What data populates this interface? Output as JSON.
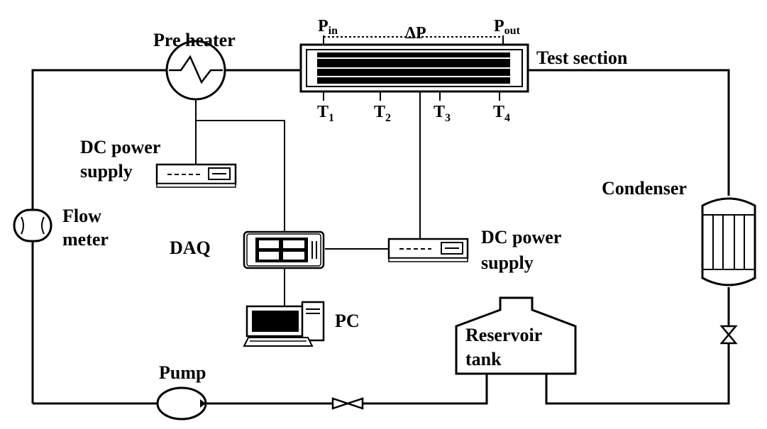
{
  "labels": {
    "pre_heater": "Pre heater",
    "test_section": "Test section",
    "dc_power_supply_left_line1": "DC power",
    "dc_power_supply_left_line2": "supply",
    "flow_meter_line1": "Flow",
    "flow_meter_line2": "meter",
    "daq": "DAQ",
    "dc_power_supply_right_line1": "DC power",
    "dc_power_supply_right_line2": "supply",
    "condenser": "Condenser",
    "pc": "PC",
    "reservoir_line1": "Reservoir",
    "reservoir_line2": "tank",
    "pump": "Pump",
    "p_main": "P",
    "p_in_sub": "in",
    "delta_p": "ΔP",
    "p_out_sub": "out",
    "t_main": "T",
    "t1_sub": "1",
    "t2_sub": "2",
    "t3_sub": "3",
    "t4_sub": "4"
  }
}
